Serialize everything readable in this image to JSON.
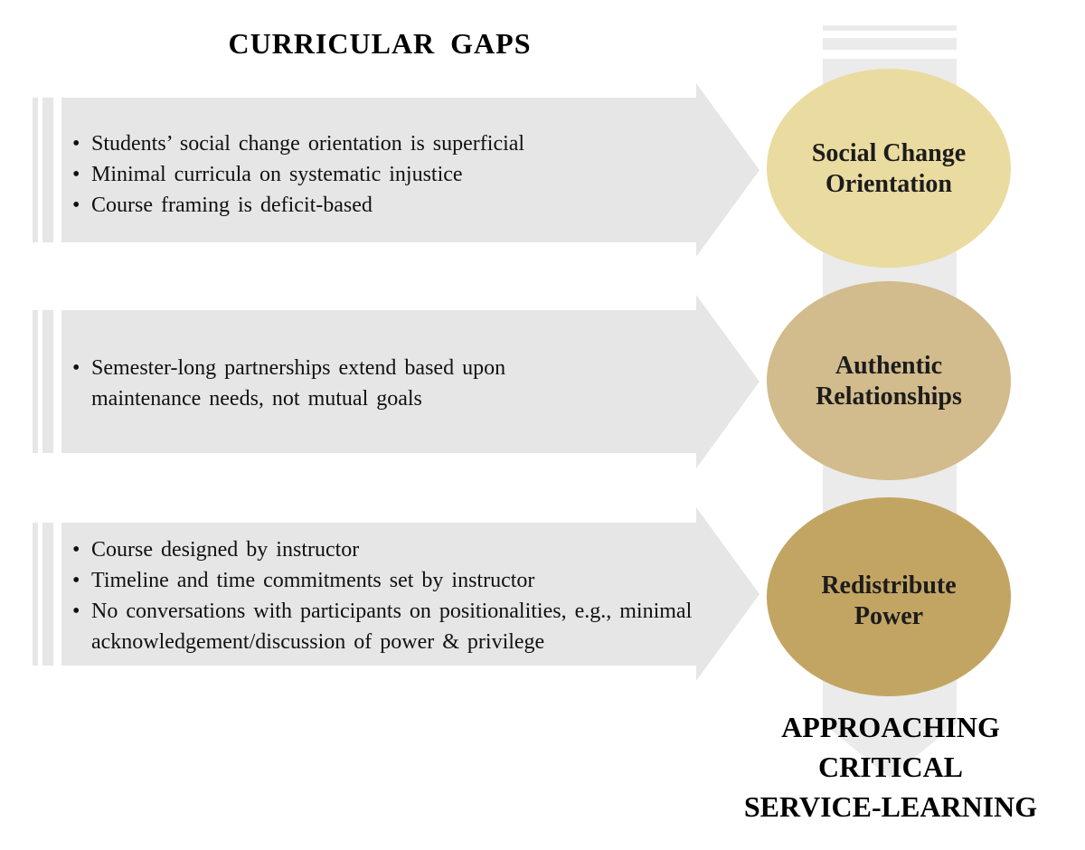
{
  "left_title": "CURRICULAR GAPS",
  "sections": [
    {
      "bullets": [
        "Students’ social change orientation is superficial",
        "Minimal curricula on systematic injustice",
        "Course framing is deficit-based"
      ],
      "circle_label_lines": [
        "Social Change",
        "Orientation"
      ],
      "circle_color": "#eadba0"
    },
    {
      "bullets": [
        "Semester-long partnerships extend based upon maintenance needs, not mutual goals"
      ],
      "circle_label_lines": [
        "Authentic",
        "Relationships"
      ],
      "circle_color": "#d2bb8c"
    },
    {
      "bullets": [
        "Course designed by instructor",
        "Timeline and time commitments set by instructor",
        "No conversations with participants on positionalities, e.g., minimal acknowledgement/discussion of power & privilege"
      ],
      "circle_label_lines": [
        "Redistribute",
        "Power"
      ],
      "circle_color": "#c3a563"
    }
  ],
  "bottom_title_lines": [
    "APPROACHING",
    "CRITICAL",
    "SERVICE-LEARNING"
  ],
  "colors": {
    "arrow_fill": "#e6e6e6",
    "vertical_arrow_fill": "#ebebeb",
    "text": "#111111"
  }
}
